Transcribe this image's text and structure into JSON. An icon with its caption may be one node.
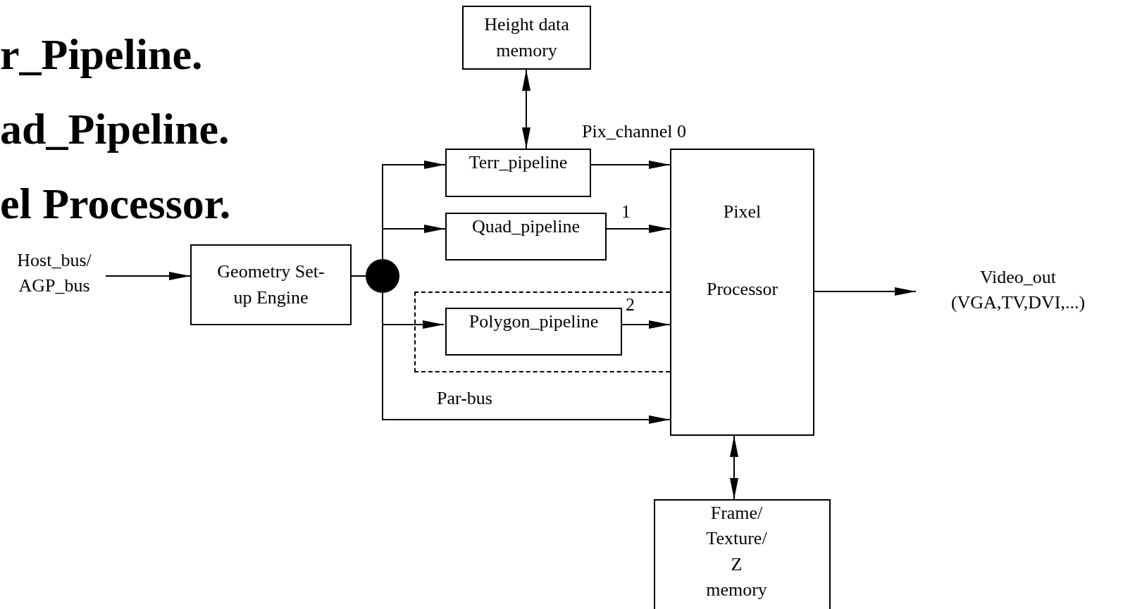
{
  "diagram": {
    "nodes": [
      {
        "text": [
          "Host_bus/ AGP_bus"
        ]
      },
      {
        "text": [
          "Geometry Set-up Engine"
        ]
      },
      {
        "text": [],
        "shape": "circle"
      },
      {
        "text": [
          "Height data memory"
        ]
      },
      {
        "text": [
          "Terr_pipeline"
        ]
      },
      {
        "text": [
          "Quad_pipeline"
        ]
      },
      {
        "text": [],
        "shape": "box"
      },
      {
        "text": [
          "Polygon_pipeline"
        ],
        "in": 6
      },
      {
        "text": [
          "Pixel",
          "Processor"
        ]
      },
      {
        "text": [
          "Video_out (VGA,TV,DVI,...)"
        ]
      },
      {
        "text": [
          "Frame/ Texture/ Z memory"
        ]
      }
    ],
    "edges": [
      {
        "from": 0,
        "to": 1,
        "arrow": "to"
      },
      {
        "from": 1,
        "to": 2,
        "arrow": "none"
      },
      {
        "from": 2,
        "to": 4,
        "arrow": "to"
      },
      {
        "from": 2,
        "to": 5,
        "arrow": "to"
      },
      {
        "from": 2,
        "to": 7,
        "arrow": "to"
      },
      {
        "from": 2,
        "to": 8,
        "arrow": "to",
        "label": "Par-bus"
      },
      {
        "from": 3,
        "to": 4,
        "arrow": "both"
      },
      {
        "from": 4,
        "to": 8,
        "arrow": "to",
        "label": "Pix_channel 0"
      },
      {
        "from": 5,
        "to": 8,
        "arrow": "to",
        "label": "1"
      },
      {
        "from": 7,
        "to": 8,
        "arrow": "to",
        "label": "2"
      },
      {
        "from": 8,
        "to": 9,
        "arrow": "to"
      },
      {
        "from": 8,
        "to": 10,
        "arrow": "both"
      }
    ],
    "labels": [
      "r_Pipeline.",
      "ad_Pipeline.",
      "el Processor."
    ]
  }
}
